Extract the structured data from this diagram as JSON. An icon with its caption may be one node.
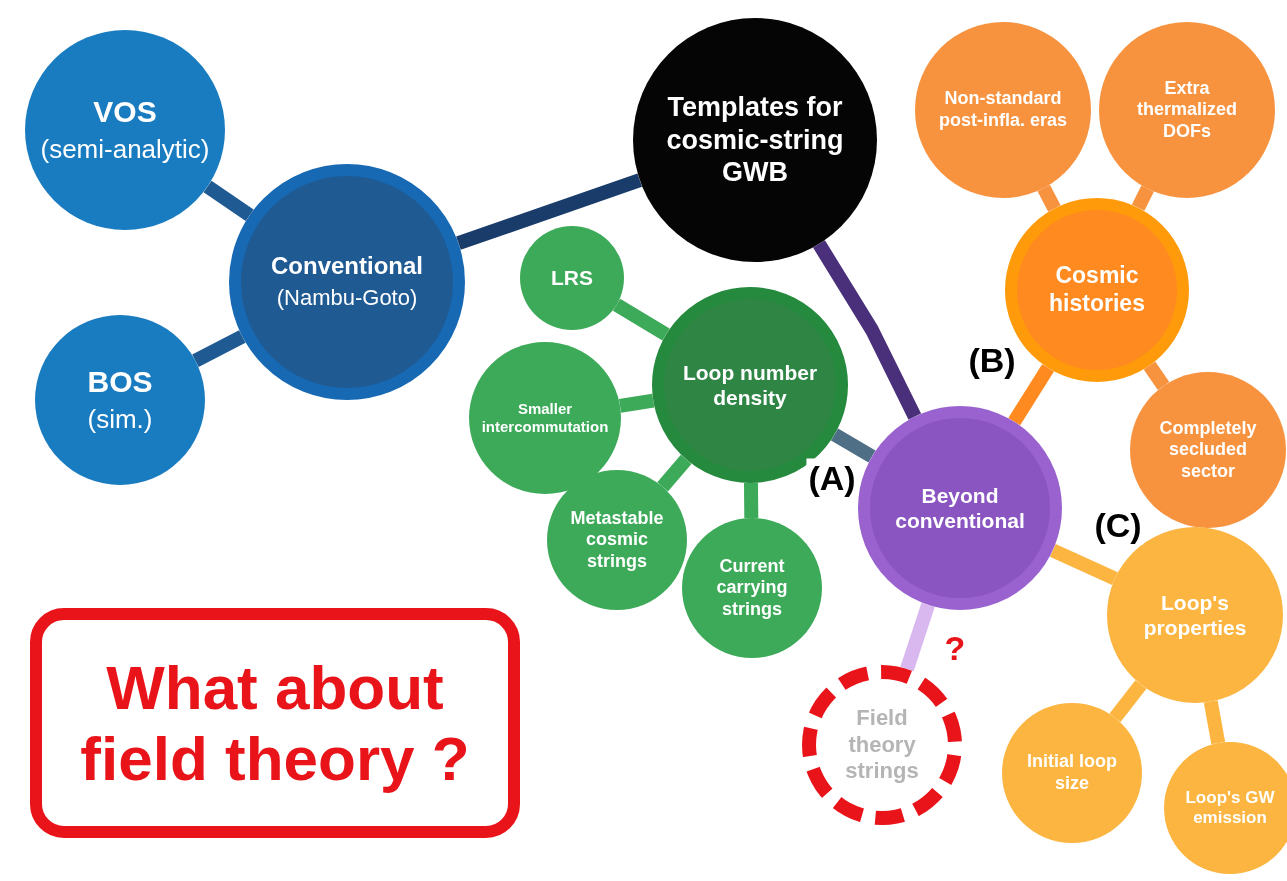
{
  "diagram": {
    "nodes": [
      {
        "text": [
          "Templates for cosmic-string GWB"
        ]
      },
      {
        "text": [
          "Conventional",
          "(Nambu-Goto)"
        ]
      },
      {
        "text": [
          "VOS",
          "(semi-analytic)"
        ]
      },
      {
        "text": [
          "BOS",
          "(sim.)"
        ]
      },
      {
        "text": [
          "Loop number density"
        ]
      },
      {
        "text": [
          "LRS"
        ]
      },
      {
        "text": [
          "Smaller intercommutation"
        ]
      },
      {
        "text": [
          "Metastable cosmic strings"
        ]
      },
      {
        "text": [
          "Current carrying strings"
        ]
      },
      {
        "text": [
          "Beyond conventional"
        ]
      },
      {
        "text": [
          "Cosmic histories"
        ]
      },
      {
        "text": [
          "Non-standard post-infla. eras"
        ]
      },
      {
        "text": [
          "Extra thermalized DOFs"
        ]
      },
      {
        "text": [
          "Completely secluded sector"
        ]
      },
      {
        "text": [
          "Loop's properties"
        ]
      },
      {
        "text": [
          "Initial loop size"
        ]
      },
      {
        "text": [
          "Loop's GW emission"
        ]
      },
      {
        "text": [
          "Field theory strings"
        ]
      },
      {
        "text": [
          "What about field theory ?"
        ]
      }
    ],
    "edges": [
      {
        "from": 0,
        "to": 1,
        "arrow": "none",
        "color": "#1a3c6a"
      },
      {
        "from": 0,
        "to": 9,
        "arrow": "none",
        "color": "#4a2f7a"
      },
      {
        "from": 1,
        "to": 2,
        "arrow": "none",
        "color": "#1f5a93"
      },
      {
        "from": 1,
        "to": 3,
        "arrow": "none",
        "color": "#1f5a93"
      },
      {
        "from": 9,
        "to": 4,
        "arrow": "none",
        "label": "(A)",
        "color": "#4f6f86"
      },
      {
        "from": 4,
        "to": 5,
        "arrow": "none"
      },
      {
        "from": 4,
        "to": 6,
        "arrow": "none"
      },
      {
        "from": 4,
        "to": 7,
        "arrow": "none"
      },
      {
        "from": 4,
        "to": 8,
        "arrow": "none"
      },
      {
        "from": 9,
        "to": 10,
        "arrow": "none",
        "label": "(B)",
        "color": "#ff8a1f"
      },
      {
        "from": 10,
        "to": 11,
        "arrow": "none",
        "color": "#f7923f"
      },
      {
        "from": 10,
        "to": 12,
        "arrow": "none",
        "color": "#f7923f"
      },
      {
        "from": 10,
        "to": 13,
        "arrow": "none",
        "color": "#f7923f"
      },
      {
        "from": 9,
        "to": 14,
        "arrow": "none",
        "label": "(C)",
        "color": "#fbb540"
      },
      {
        "from": 14,
        "to": 15,
        "arrow": "none",
        "color": "#fbb540"
      },
      {
        "from": 14,
        "to": 16,
        "arrow": "none",
        "color": "#fbb540"
      },
      {
        "from": 9,
        "to": 17,
        "arrow": "none",
        "label": "?",
        "color": "#d9b8f0"
      }
    ]
  }
}
